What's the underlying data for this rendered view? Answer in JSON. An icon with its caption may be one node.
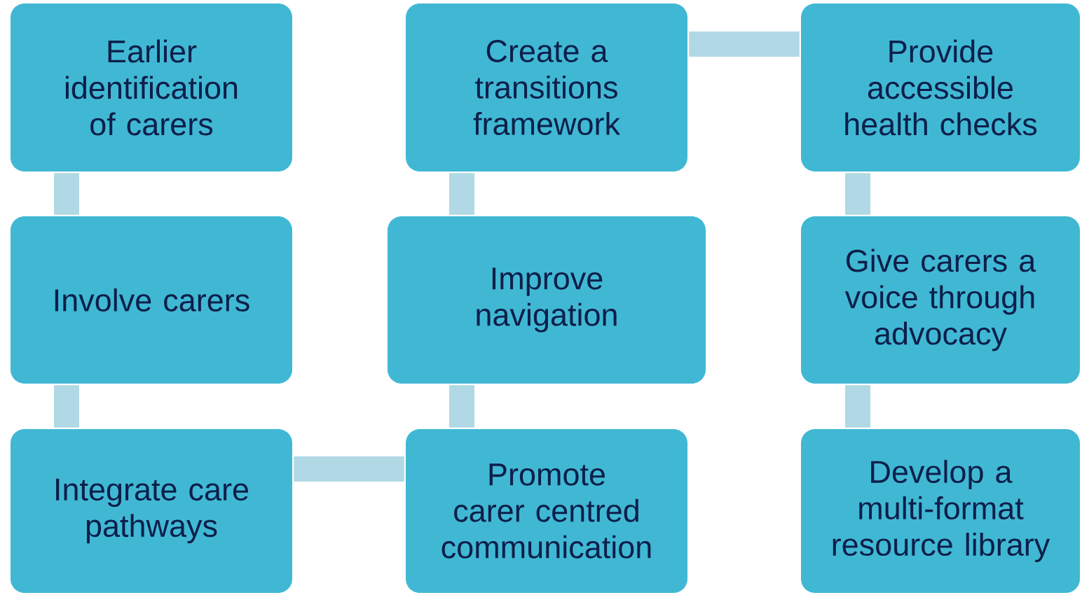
{
  "diagram": {
    "nodes": [
      {
        "text": [
          "Earlier identification of carers"
        ]
      },
      {
        "text": [
          "Involve carers"
        ]
      },
      {
        "text": [
          "Integrate care pathways"
        ]
      },
      {
        "text": [
          "Promote carer centred communication"
        ]
      },
      {
        "text": [
          "Improve navigation"
        ]
      },
      {
        "text": [
          "Create a transitions framework"
        ]
      },
      {
        "text": [
          "Provide accessible health checks"
        ]
      },
      {
        "text": [
          "Give carers a voice through advocacy"
        ]
      },
      {
        "text": [
          "Develop a multi-format resource library"
        ]
      }
    ],
    "edges": [
      {
        "from": 0,
        "to": 1,
        "arrow": "none"
      },
      {
        "from": 1,
        "to": 2,
        "arrow": "none"
      },
      {
        "from": 2,
        "to": 3,
        "arrow": "none"
      },
      {
        "from": 3,
        "to": 4,
        "arrow": "none"
      },
      {
        "from": 4,
        "to": 5,
        "arrow": "none"
      },
      {
        "from": 5,
        "to": 6,
        "arrow": "none"
      },
      {
        "from": 6,
        "to": 7,
        "arrow": "none"
      },
      {
        "from": 7,
        "to": 8,
        "arrow": "none"
      }
    ]
  }
}
